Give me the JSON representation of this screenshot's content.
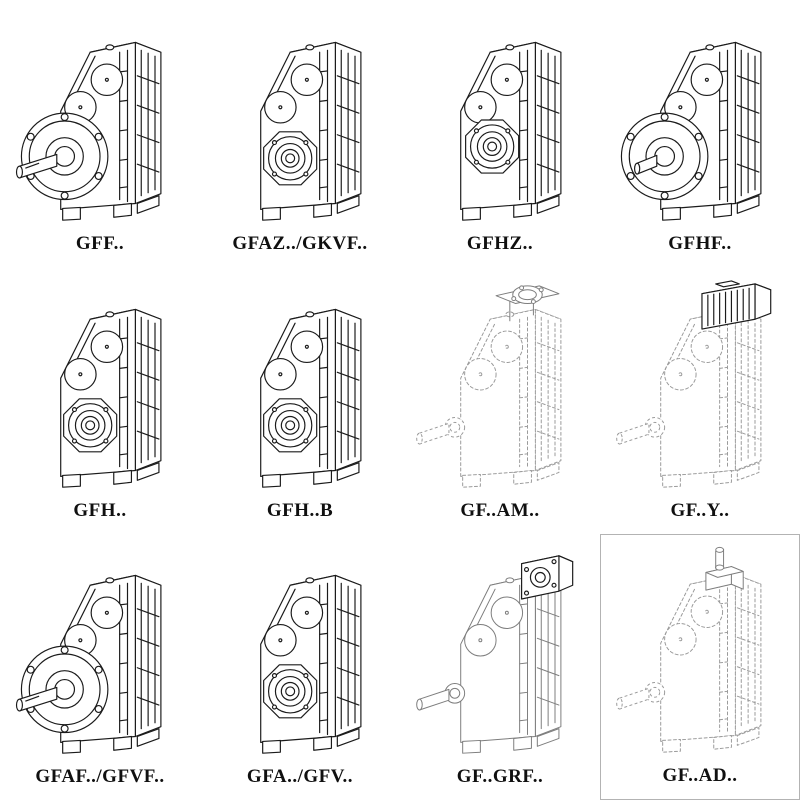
{
  "colors": {
    "background": "#ffffff",
    "line": "#1b1b1b",
    "line_mid": "#7d7d7d",
    "line_light": "#9a9a9a",
    "label": "#101010"
  },
  "catalog": {
    "items": [
      {
        "label": "GFF..",
        "variant": "flange-output-with-solid-shaft"
      },
      {
        "label": "GFAZ../GKVF..",
        "variant": "hollow-shaft-output"
      },
      {
        "label": "GFHZ..",
        "variant": "hollow-shaft-output"
      },
      {
        "label": "GFHF..",
        "variant": "flange-output-stub-shaft"
      },
      {
        "label": "GFH..",
        "variant": "hollow-shaft-shrink-disc"
      },
      {
        "label": "GFH..B",
        "variant": "hollow-shaft-shrink-disc"
      },
      {
        "label": "GF..AM..",
        "variant": "input-flange-adapter"
      },
      {
        "label": "GF..Y..",
        "variant": "motor-mounted"
      },
      {
        "label": "GFAF../GFVF..",
        "variant": "flange-output-with-solid-shaft"
      },
      {
        "label": "GFA../GFV..",
        "variant": "hollow-shaft-output"
      },
      {
        "label": "GF..GRF..",
        "variant": "servo-adapter"
      },
      {
        "label": "GF..AD..",
        "variant": "top-input-shaft-adapter"
      }
    ]
  }
}
